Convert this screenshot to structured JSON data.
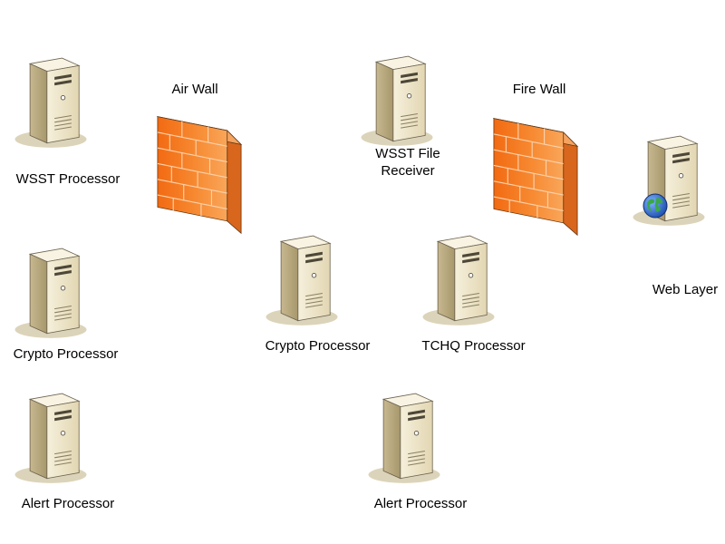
{
  "diagram": {
    "nodes": [
      {
        "id": "wsst-processor",
        "kind": "server",
        "label": "WSST Processor"
      },
      {
        "id": "crypto-processor-left",
        "kind": "server",
        "label": "Crypto Processor"
      },
      {
        "id": "alert-processor-left",
        "kind": "server",
        "label": "Alert Processor"
      },
      {
        "id": "air-wall",
        "kind": "firewall",
        "label": "Air Wall"
      },
      {
        "id": "wsst-file-receiver",
        "kind": "server",
        "label": "WSST File Receiver"
      },
      {
        "id": "crypto-processor-center",
        "kind": "server",
        "label": "Crypto Processor"
      },
      {
        "id": "tchq-processor",
        "kind": "server",
        "label": "TCHQ Processor"
      },
      {
        "id": "alert-processor-center",
        "kind": "server",
        "label": "Alert Processor"
      },
      {
        "id": "fire-wall",
        "kind": "firewall",
        "label": "Fire Wall"
      },
      {
        "id": "web-layer",
        "kind": "web-server",
        "label": "Web Layer"
      }
    ],
    "colors": {
      "server_body": "#efe6cc",
      "server_side": "#b4a57e",
      "server_top": "#f7f1df",
      "shadow": "#d9d1b6",
      "firewall_front": "#f47a20",
      "firewall_side": "#c95a12",
      "globe": "#2a6fd6"
    },
    "icons": [
      "server-icon",
      "firewall-icon",
      "globe-icon"
    ]
  }
}
